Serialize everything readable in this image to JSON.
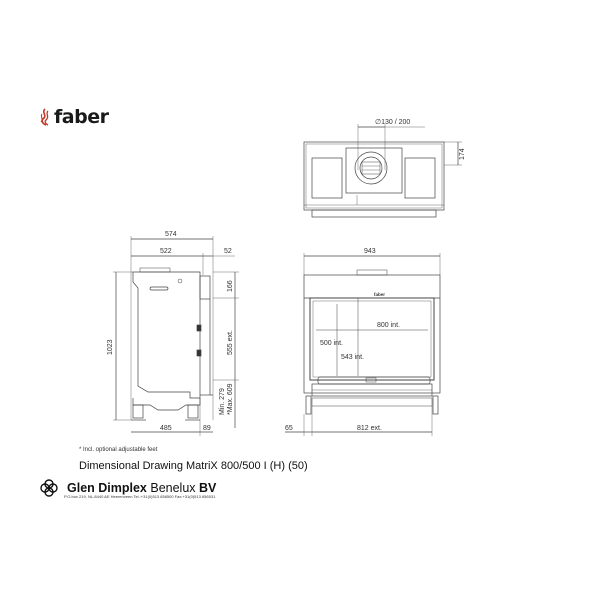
{
  "brand": {
    "logo_text": "faber",
    "logo_color": "#c0392b"
  },
  "top_view": {
    "flue_label": "∅130 / 200",
    "height_label": "174"
  },
  "side_view": {
    "depth_total": "574",
    "depth_body": "522",
    "depth_front": "52",
    "height_total": "1023",
    "top_section": "166",
    "front_height": "555 ext.",
    "base_min": "Min. 279",
    "base_max": "*Max. 609",
    "base_depth": "485",
    "front_offset": "89"
  },
  "front_view": {
    "width_total": "943",
    "width_interior": "800 int.",
    "height_interior_a": "500 int.",
    "height_interior_b": "543 int.",
    "side_offset": "65",
    "width_exterior": "812 ext.",
    "badge_text": "faber"
  },
  "notes": {
    "footnote": "* Incl. optional adjustable feet",
    "title": "Dimensional Drawing MatriX 800/500 I (H) (50)"
  },
  "company": {
    "name_bold": "Glen Dimplex",
    "name_regular": " Benelux ",
    "name_suffix": "BV",
    "address": "P.O.box 219, NL-8440 AE Heerenveen Tel.:+31(0)513 656500  Fax:+31(0)513 656531"
  }
}
